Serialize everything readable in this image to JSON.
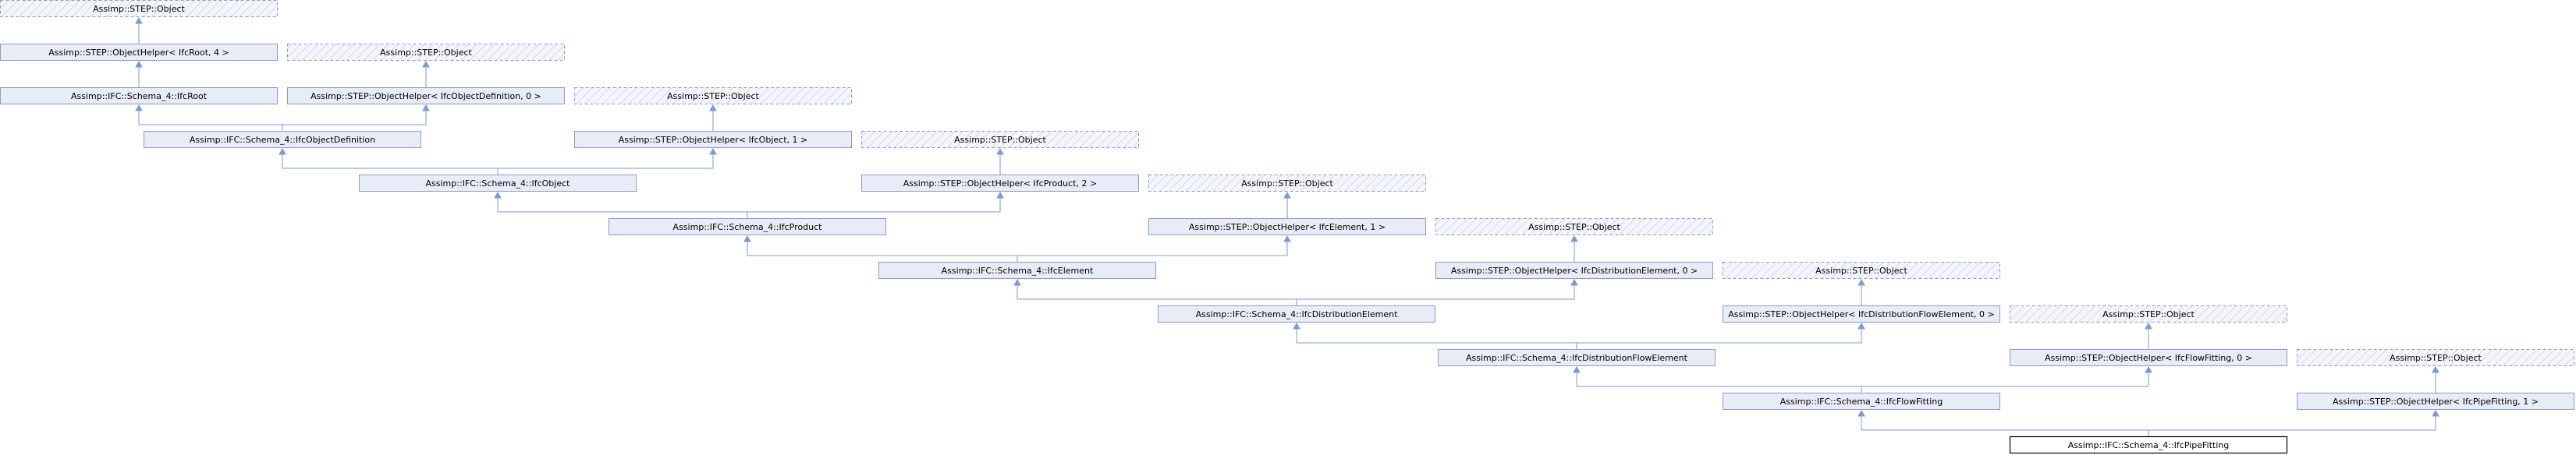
{
  "diagram": {
    "colors": {
      "box_fill": "#e8ecf6",
      "box_stroke": "#8c9bc2",
      "edge": "#7d9ad2",
      "current_stroke": "#000000"
    },
    "nodes": [
      {
        "id": "n0",
        "label": "Assimp::STEP::Object",
        "style": "dashed"
      },
      {
        "id": "n1",
        "label": "Assimp::STEP::ObjectHelper< IfcRoot, 4 >",
        "style": "normal"
      },
      {
        "id": "n2",
        "label": "Assimp::STEP::Object",
        "style": "dashed"
      },
      {
        "id": "n3",
        "label": "Assimp::IFC::Schema_4::IfcRoot",
        "style": "normal"
      },
      {
        "id": "n4",
        "label": "Assimp::STEP::ObjectHelper< IfcObjectDefinition, 0 >",
        "style": "normal"
      },
      {
        "id": "n5",
        "label": "Assimp::STEP::Object",
        "style": "dashed"
      },
      {
        "id": "n6",
        "label": "Assimp::IFC::Schema_4::IfcObjectDefinition",
        "style": "normal"
      },
      {
        "id": "n7",
        "label": "Assimp::STEP::ObjectHelper< IfcObject, 1 >",
        "style": "normal"
      },
      {
        "id": "n8",
        "label": "Assimp::STEP::Object",
        "style": "dashed"
      },
      {
        "id": "n9",
        "label": "Assimp::IFC::Schema_4::IfcObject",
        "style": "normal"
      },
      {
        "id": "n10",
        "label": "Assimp::STEP::ObjectHelper< IfcProduct, 2 >",
        "style": "normal"
      },
      {
        "id": "n11",
        "label": "Assimp::STEP::Object",
        "style": "dashed"
      },
      {
        "id": "n12",
        "label": "Assimp::IFC::Schema_4::IfcProduct",
        "style": "normal"
      },
      {
        "id": "n13",
        "label": "Assimp::STEP::ObjectHelper< IfcElement, 1 >",
        "style": "normal"
      },
      {
        "id": "n14",
        "label": "Assimp::STEP::Object",
        "style": "dashed"
      },
      {
        "id": "n15",
        "label": "Assimp::IFC::Schema_4::IfcElement",
        "style": "normal"
      },
      {
        "id": "n16",
        "label": "Assimp::STEP::ObjectHelper< IfcDistributionElement, 0 >",
        "style": "normal"
      },
      {
        "id": "n17",
        "label": "Assimp::STEP::Object",
        "style": "dashed"
      },
      {
        "id": "n18",
        "label": "Assimp::IFC::Schema_4::IfcDistributionElement",
        "style": "normal"
      },
      {
        "id": "n19",
        "label": "Assimp::STEP::ObjectHelper< IfcDistributionFlowElement, 0 >",
        "style": "normal"
      },
      {
        "id": "n20",
        "label": "Assimp::STEP::Object",
        "style": "dashed"
      },
      {
        "id": "n21",
        "label": "Assimp::IFC::Schema_4::IfcDistributionFlowElement",
        "style": "normal"
      },
      {
        "id": "n22",
        "label": "Assimp::STEP::ObjectHelper< IfcFlowFitting, 0 >",
        "style": "normal"
      },
      {
        "id": "n23",
        "label": "Assimp::STEP::Object",
        "style": "dashed"
      },
      {
        "id": "n24",
        "label": "Assimp::IFC::Schema_4::IfcFlowFitting",
        "style": "normal"
      },
      {
        "id": "n25",
        "label": "Assimp::STEP::ObjectHelper< IfcPipeFitting, 1 >",
        "style": "normal"
      },
      {
        "id": "n26",
        "label": "Assimp::IFC::Schema_4::IfcPipeFitting",
        "style": "current"
      }
    ],
    "edges": [
      {
        "from": "n0",
        "to": "n1"
      },
      {
        "from": "n1",
        "to": "n3"
      },
      {
        "from": "n2",
        "to": "n4"
      },
      {
        "from": "n3",
        "to": "n6"
      },
      {
        "from": "n4",
        "to": "n6"
      },
      {
        "from": "n5",
        "to": "n7"
      },
      {
        "from": "n6",
        "to": "n9"
      },
      {
        "from": "n7",
        "to": "n9"
      },
      {
        "from": "n8",
        "to": "n10"
      },
      {
        "from": "n9",
        "to": "n12"
      },
      {
        "from": "n10",
        "to": "n12"
      },
      {
        "from": "n11",
        "to": "n13"
      },
      {
        "from": "n12",
        "to": "n15"
      },
      {
        "from": "n13",
        "to": "n15"
      },
      {
        "from": "n14",
        "to": "n16"
      },
      {
        "from": "n15",
        "to": "n18"
      },
      {
        "from": "n16",
        "to": "n18"
      },
      {
        "from": "n17",
        "to": "n19"
      },
      {
        "from": "n18",
        "to": "n21"
      },
      {
        "from": "n19",
        "to": "n21"
      },
      {
        "from": "n20",
        "to": "n22"
      },
      {
        "from": "n21",
        "to": "n24"
      },
      {
        "from": "n22",
        "to": "n24"
      },
      {
        "from": "n23",
        "to": "n25"
      },
      {
        "from": "n24",
        "to": "n26"
      },
      {
        "from": "n25",
        "to": "n26"
      }
    ]
  }
}
